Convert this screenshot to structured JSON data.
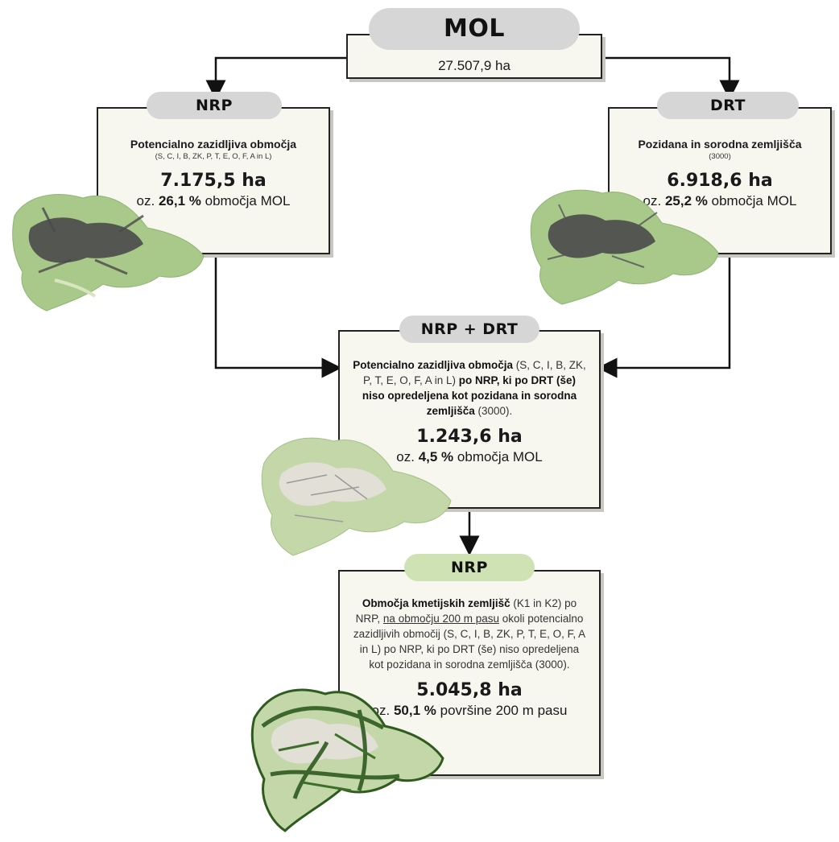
{
  "top": {
    "label": "MOL",
    "area": "27.507,9 ha"
  },
  "nrp_box": {
    "label": "NRP",
    "title": "Potencialno zazidljiva območja",
    "codes": "(S, C, I, B, ZK, P, T, E, O, F, A in L)",
    "ha": "7.175,5 ha",
    "share_prefix": "oz.",
    "share_value": "26,1 %",
    "share_suffix": "območja MOL"
  },
  "drt_box": {
    "label": "DRT",
    "title": "Pozidana in sorodna zemljišča",
    "codes": "(3000)",
    "ha": "6.918,6 ha",
    "share_prefix": "oz.",
    "share_value": "25,2 %",
    "share_suffix": "območja MOL"
  },
  "combined_box": {
    "label": "NRP + DRT",
    "t1": "Potencialno zazidljiva območja",
    "t2": " (S, C, I, B, ZK, P, T, E, O, F, A in L) ",
    "t3": "po NRP, ki po DRT (še) niso opredeljena kot pozidana in sorodna zemljišča",
    "t4": " (3000).",
    "ha": "1.243,6 ha",
    "share_prefix": "oz.",
    "share_value": "4,5 %",
    "share_suffix": "območja MOL"
  },
  "agri_box": {
    "label": "NRP",
    "t1": "Območja kmetijskih zemljišč",
    "t2": " (K1 in K2) po NRP, ",
    "t3": "na območju 200 m pasu",
    "t4": " okoli potencialno zazidljivih območij (S, C, I, B, ZK, P, T, E, O, F, A in L) po NRP, ki po DRT (še) niso opredeljena kot pozidana in sorodna zemljišča (3000).",
    "ha": "5.045,8 ha",
    "share_prefix": "oz.",
    "share_value": "50,1 %",
    "share_suffix": "površine 200 m pasu"
  },
  "colors": {
    "box_bg": "#f8f7ef",
    "pill_grey": "#d6d6d6",
    "pill_green": "#cfe2b4",
    "map_green": "#a9c98b",
    "map_dark": "#4a4a4a"
  }
}
